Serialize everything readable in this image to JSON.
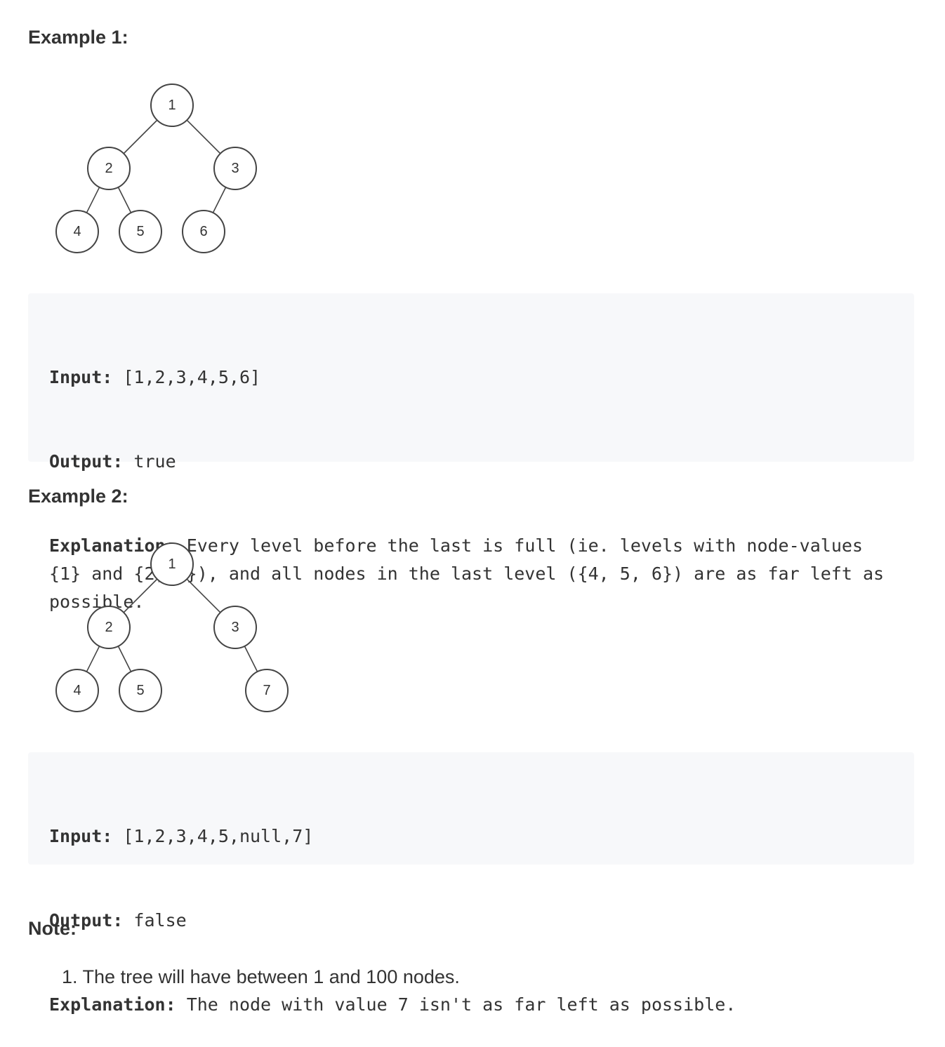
{
  "example1": {
    "heading": "Example 1:",
    "tree": {
      "nodes": [
        "1",
        "2",
        "3",
        "4",
        "5",
        "6"
      ]
    },
    "input_label": "Input:",
    "input_value": "[1,2,3,4,5,6]",
    "output_label": "Output:",
    "output_value": "true",
    "explanation_label": "Explanation:",
    "explanation_value": "Every level before the last is full (ie. levels with node-values {1} and {2, 3}), and all nodes in the last level ({4, 5, 6}) are as far left as possible."
  },
  "example2": {
    "heading": "Example 2:",
    "tree": {
      "nodes": [
        "1",
        "2",
        "3",
        "4",
        "5",
        "7"
      ]
    },
    "input_label": "Input:",
    "input_value": "[1,2,3,4,5,null,7]",
    "output_label": "Output:",
    "output_value": "false",
    "explanation_label": "Explanation:",
    "explanation_value": "The node with value 7 isn't as far left as possible."
  },
  "note": {
    "heading": "Note:",
    "items": [
      {
        "number": "1.",
        "text": "The tree will have between 1 and 100 nodes."
      }
    ]
  }
}
